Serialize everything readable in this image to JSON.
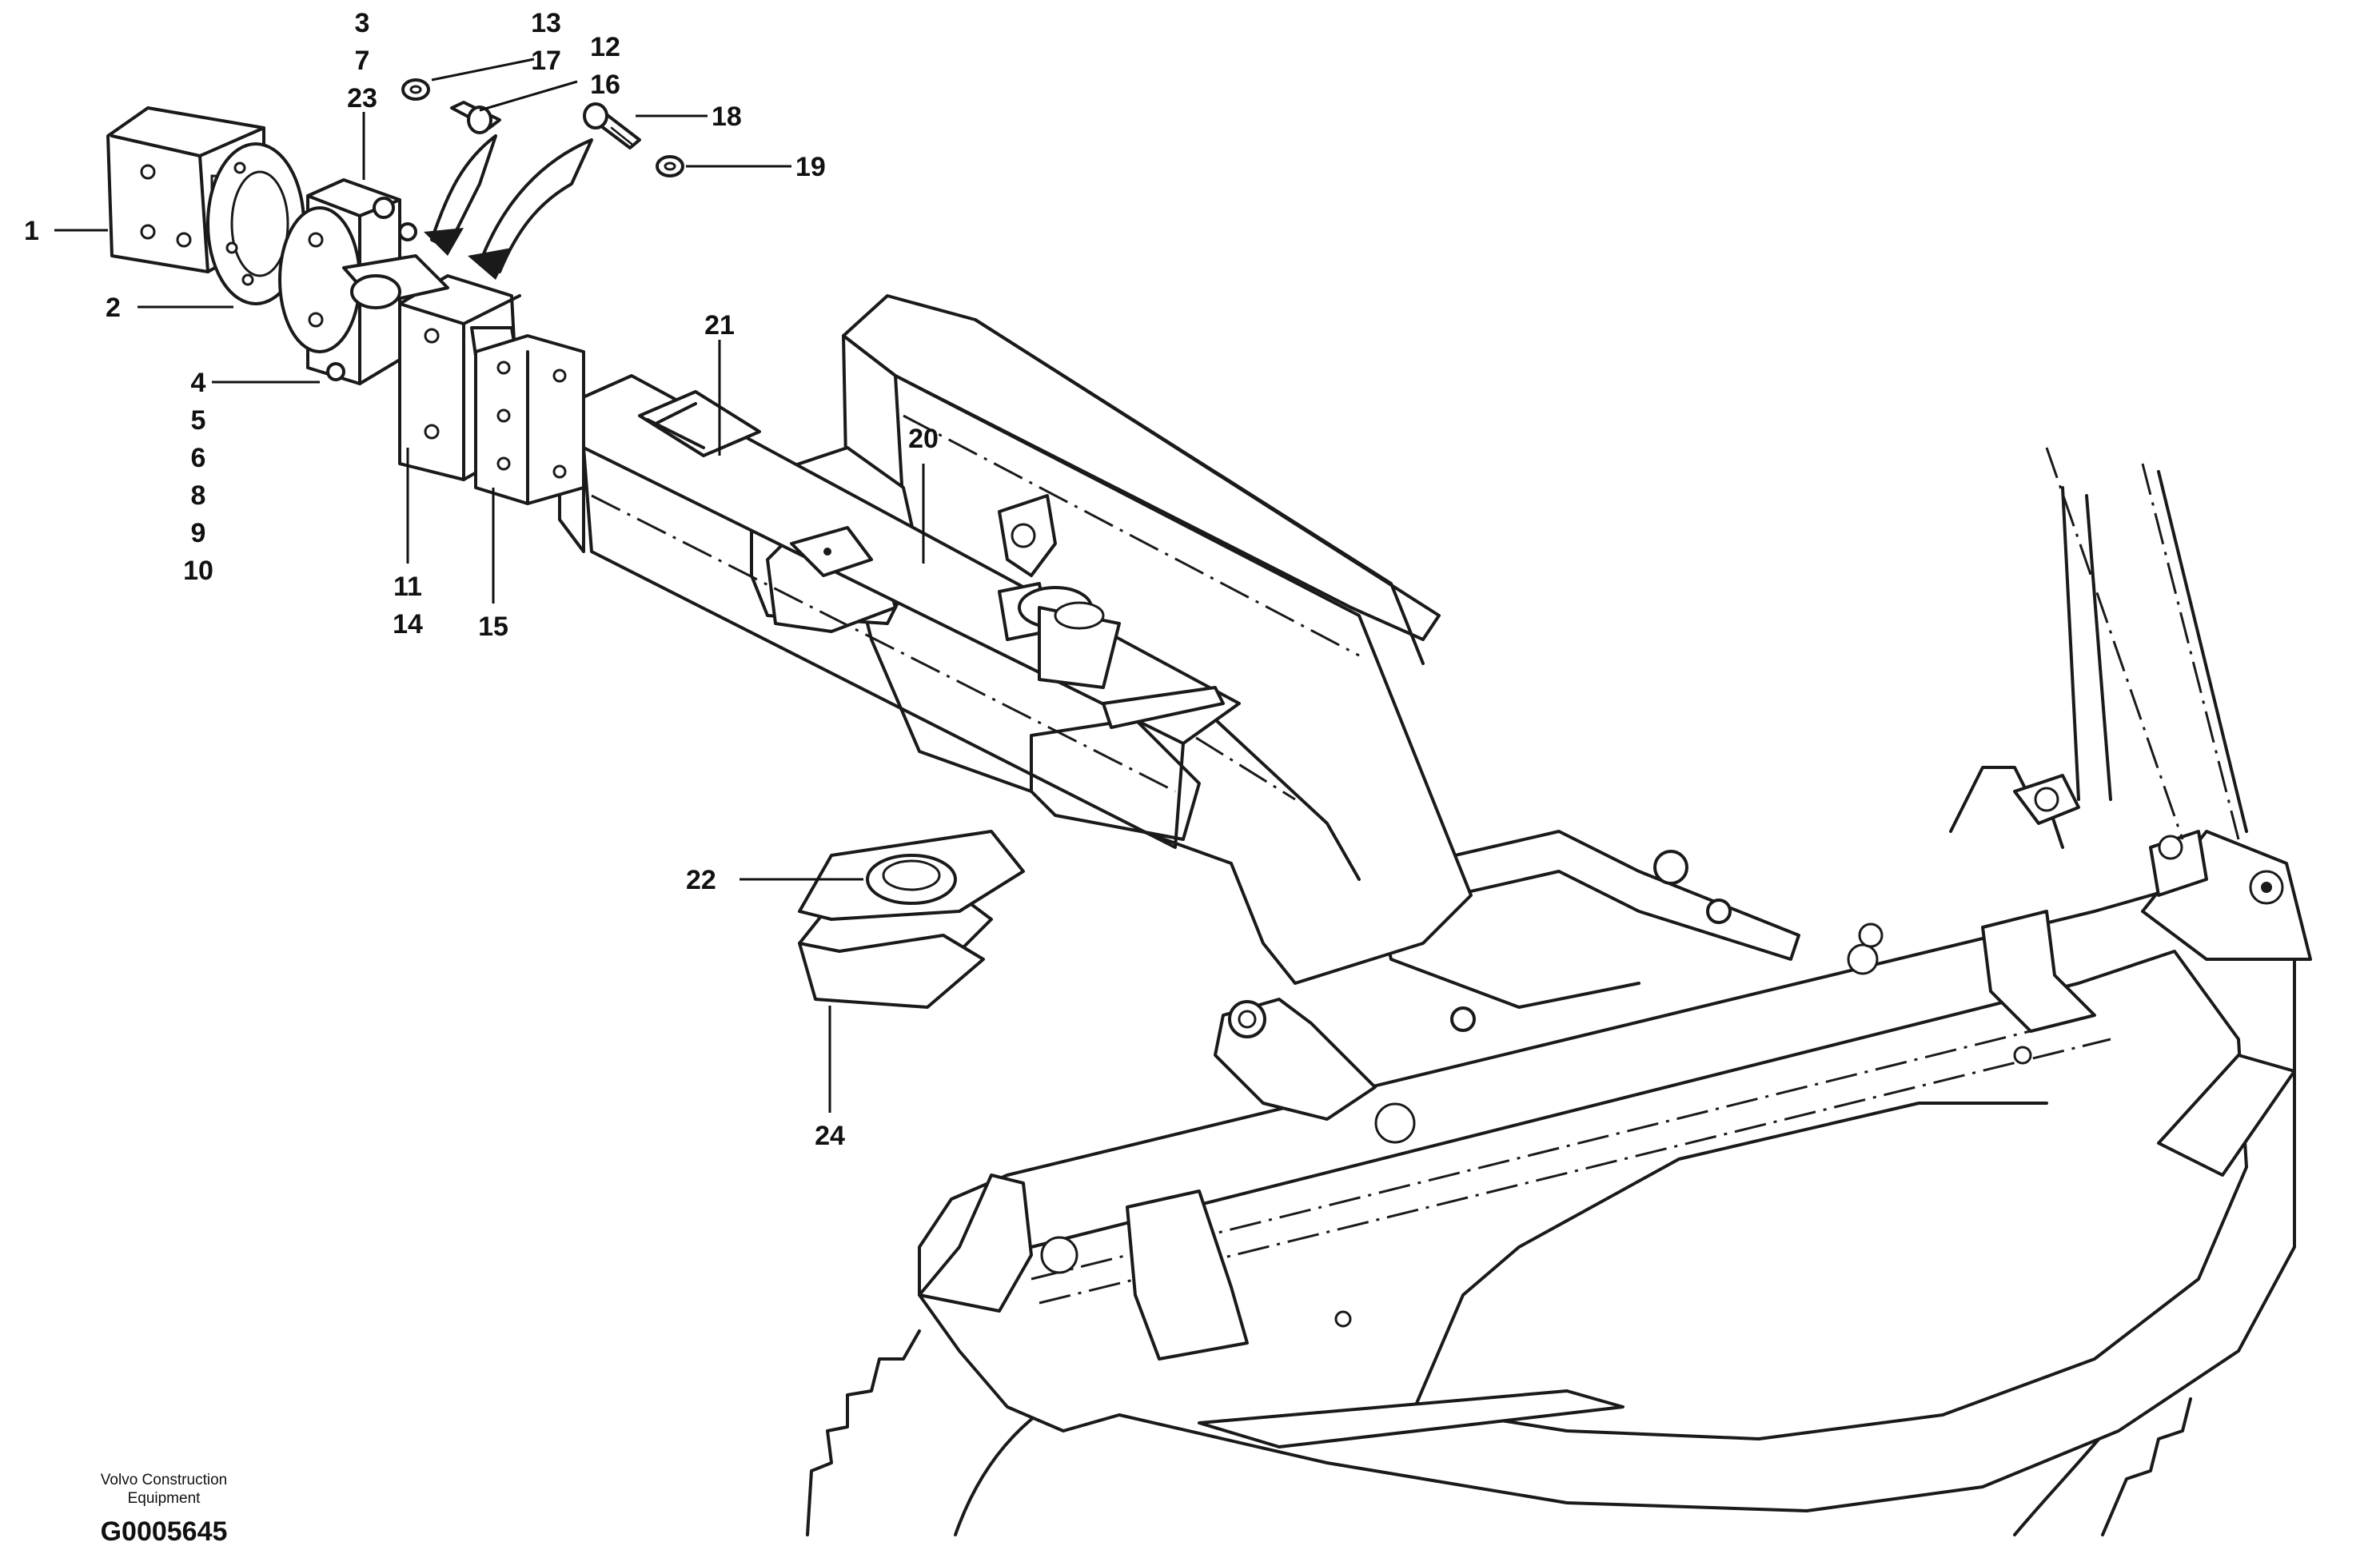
{
  "callouts": [
    {
      "id": "c1",
      "lines": [
        "1"
      ]
    },
    {
      "id": "c2",
      "lines": [
        "2"
      ]
    },
    {
      "id": "c3",
      "lines": [
        "3",
        "7",
        "23"
      ]
    },
    {
      "id": "c4",
      "lines": [
        "4",
        "5",
        "6",
        "8",
        "9",
        "10"
      ]
    },
    {
      "id": "c11",
      "lines": [
        "11",
        "14"
      ]
    },
    {
      "id": "c12",
      "lines": [
        "12",
        "16"
      ]
    },
    {
      "id": "c13",
      "lines": [
        "13",
        "17"
      ]
    },
    {
      "id": "c15",
      "lines": [
        "15"
      ]
    },
    {
      "id": "c18",
      "lines": [
        "18"
      ]
    },
    {
      "id": "c19",
      "lines": [
        "19"
      ]
    },
    {
      "id": "c20",
      "lines": [
        "20"
      ]
    },
    {
      "id": "c21",
      "lines": [
        "21"
      ]
    },
    {
      "id": "c22",
      "lines": [
        "22"
      ]
    },
    {
      "id": "c24",
      "lines": [
        "24"
      ]
    }
  ],
  "caption": {
    "company_line1": "Volvo Construction",
    "company_line2": "Equipment",
    "drawing_id": "G0005645"
  }
}
